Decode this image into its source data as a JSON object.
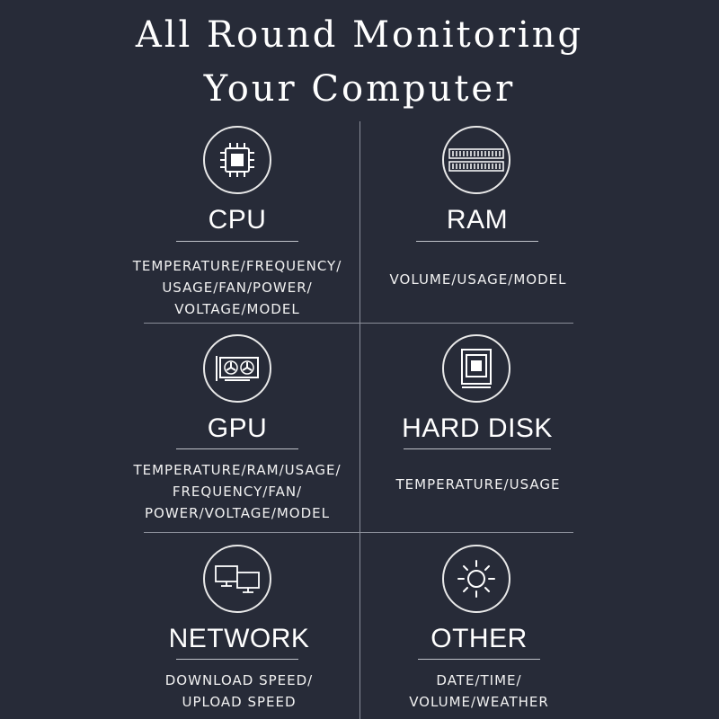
{
  "header": {
    "title_line1": "All Round Monitoring",
    "title_line2": "Your Computer"
  },
  "cells": [
    {
      "label": "CPU",
      "icon": "cpu-chip-icon",
      "desc": [
        "TEMPERATURE/FREQUENCY/",
        "USAGE/FAN/POWER/",
        "VOLTAGE/MODEL"
      ]
    },
    {
      "label": "RAM",
      "icon": "ram-module-icon",
      "desc": [
        "VOLUME/USAGE/MODEL"
      ]
    },
    {
      "label": "GPU",
      "icon": "graphics-card-icon",
      "desc": [
        "TEMPERATURE/RAM/USAGE/",
        "FREQUENCY/FAN/",
        "POWER/VOLTAGE/MODEL"
      ]
    },
    {
      "label": "HARD DISK",
      "icon": "hard-disk-icon",
      "desc": [
        "TEMPERATURE/USAGE"
      ]
    },
    {
      "label": "NETWORK",
      "icon": "network-computers-icon",
      "desc": [
        "DOWNLOAD SPEED/",
        "UPLOAD SPEED"
      ]
    },
    {
      "label": "OTHER",
      "icon": "sun-icon",
      "desc": [
        "DATE/TIME/",
        "VOLUME/WEATHER"
      ]
    }
  ]
}
